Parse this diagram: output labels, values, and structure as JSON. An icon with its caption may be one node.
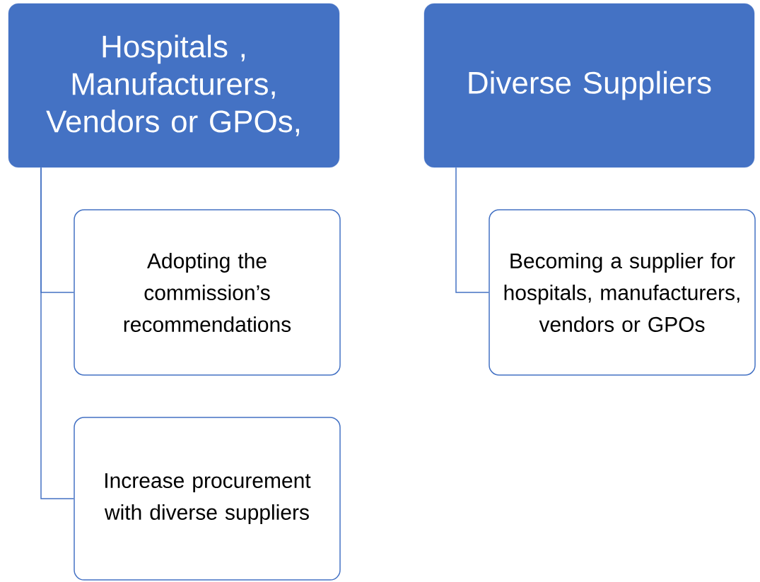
{
  "diagram": {
    "nodes": [
      {
        "text": [
          "Hospitals , Manufacturers, Vendors or GPOs,"
        ]
      },
      {
        "text": [
          "Adopting the commission’s recommendations"
        ]
      },
      {
        "text": [
          "Increase procurement with diverse suppliers"
        ]
      },
      {
        "text": [
          "Diverse Suppliers"
        ]
      },
      {
        "text": [
          "Becoming a supplier for hospitals, manufacturers, vendors or GPOs"
        ]
      }
    ],
    "edges": [
      {
        "from": 0,
        "to": 1,
        "arrow": "none"
      },
      {
        "from": 0,
        "to": 2,
        "arrow": "none"
      },
      {
        "from": 3,
        "to": 4,
        "arrow": "none"
      }
    ]
  }
}
